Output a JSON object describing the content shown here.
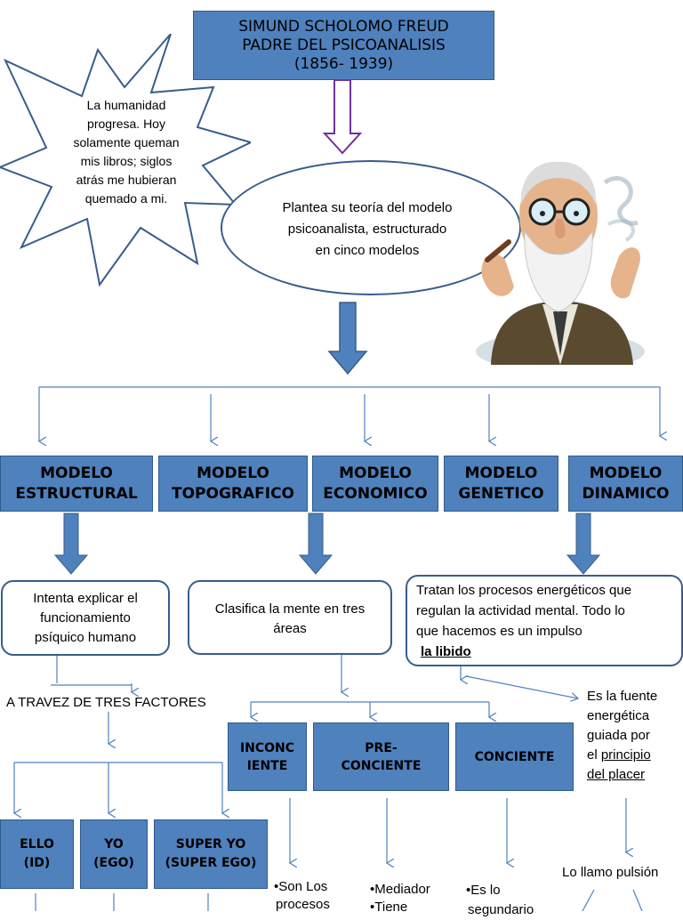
{
  "title": {
    "line1": "SIMUND SCHOLOMO FREUD",
    "line2": "PADRE DEL PSICOANALISIS",
    "line3": "(1856- 1939)"
  },
  "quote": {
    "l1": "La humanidad",
    "l2": "progresa. Hoy",
    "l3": "solamente queman",
    "l4": "mis libros; siglos",
    "l5": "atrás me hubieran",
    "l6": "quemado a mi."
  },
  "theory": {
    "l1": "Plantea su teoría del modelo",
    "l2": "psicoanalista, estructurado",
    "l3": "en cinco modelos"
  },
  "models": [
    {
      "l1": "MODELO",
      "l2": "ESTRUCTURAL"
    },
    {
      "l1": "MODELO",
      "l2": "TOPOGRAFICO"
    },
    {
      "l1": "MODELO",
      "l2": "ECONOMICO"
    },
    {
      "l1": "MODELO",
      "l2": "GENETICO"
    },
    {
      "l1": "MODELO",
      "l2": "DINAMICO"
    }
  ],
  "structural": {
    "l1": "Intenta explicar el",
    "l2": "funcionamiento",
    "l3": "psíquico humano",
    "factors": "A TRAVEZ DE TRES FACTORES"
  },
  "topographic": {
    "l1": "Clasifica la mente en tres",
    "l2": "áreas"
  },
  "dynamic": {
    "l1": "Tratan los procesos energéticos que",
    "l2": "regulan la actividad mental. Todo lo",
    "l3": "que hacemos es un impulso",
    "l4": "la libido"
  },
  "factors": [
    {
      "l1": "ELLO",
      "l2": "(ID)"
    },
    {
      "l1": "YO",
      "l2": "(EGO)"
    },
    {
      "l1": "SUPER YO",
      "l2": "(SUPER EGO)"
    }
  ],
  "areas": [
    {
      "l1": "INCONC",
      "l2": "IENTE"
    },
    {
      "l1": "PRE-",
      "l2": "CONCIENTE"
    },
    {
      "l1": "CONCIENTE"
    }
  ],
  "libido_note": {
    "l1": "Es la fuente",
    "l2": "energética",
    "l3": "guiada por",
    "l4a": "el ",
    "l4b": "principio",
    "l5": "del placer"
  },
  "pulsion": "Lo llamo pulsión",
  "bottom": {
    "inconsciente_1": "•Son Los",
    "inconsciente_2": "procesos",
    "pre_1": "•Mediador",
    "pre_2": "•Tiene",
    "consciente_1": "•Es lo",
    "consciente_2": "segundario"
  },
  "colors": {
    "box_blue": "#4f81bd",
    "border_blue": "#385d8a",
    "arrow_purple": "#7030a0"
  }
}
